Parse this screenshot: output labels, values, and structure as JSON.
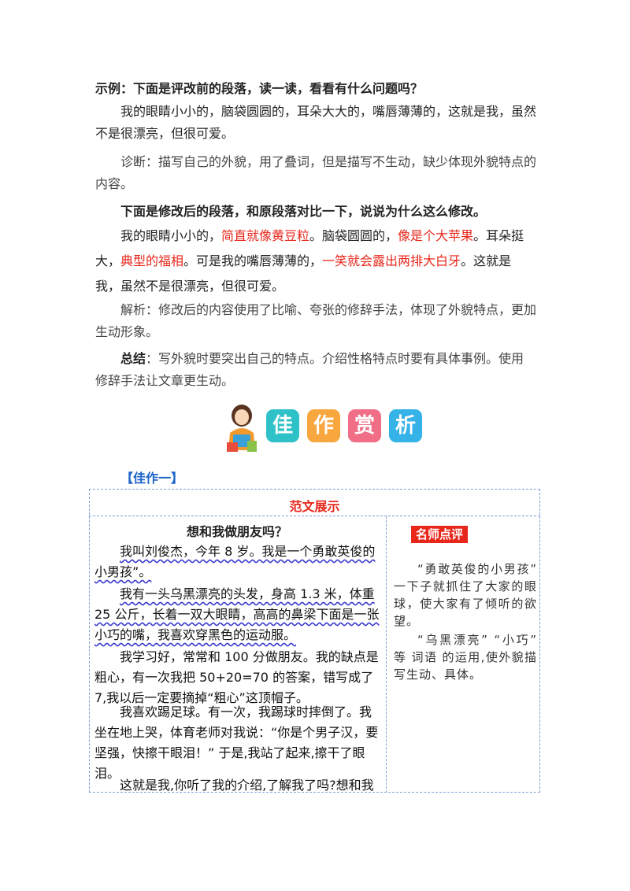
{
  "section1": {
    "example_heading": "示例：下面是评改前的段落，读一读，看看有什么问题吗？",
    "original_paragraph": "我的眼睛小小的，脑袋圆圆的，耳朵大大的，嘴唇薄薄的，这就是我，虽然不是很漂亮，但很可爱。",
    "diagnosis": "诊断：描写自己的外貌，用了叠词，但是描写不生动，缺少体现外貌特点的内容。",
    "revised_heading": "下面是修改后的段落，和原段落对比一下，说说为什么这么修改。",
    "revised": {
      "p1": "我的眼睛小小的，",
      "r1": "简直就像黄豆粒",
      "p2": "。脑袋圆圆的，",
      "r2": "像是个大苹果",
      "p3": "。耳朵挺大，",
      "r3": "典型的福相",
      "p4": "。可是我的嘴唇薄薄的，",
      "r4": "一笑就会露出两排大白牙",
      "p5": "。这就是我，虽然不是很漂亮，但很可爱。"
    },
    "analysis": "解析：修改后的内容使用了比喻、夸张的修辞手法，体现了外貌特点，更加生动形象。",
    "summary_label": "总结",
    "summary_text": "：写外貌时要突出自己的特点。介绍性格特点时要有具体事例。使用修辞手法让文章更生动。"
  },
  "banner": {
    "chars": [
      "佳",
      "作",
      "赏",
      "析"
    ],
    "colors": [
      "#2fc1c8",
      "#f7a73e",
      "#f06e86",
      "#35b2e8"
    ]
  },
  "example_tag": "【佳作一】",
  "table": {
    "header": "范文展示",
    "essay_title": "想和我做朋友吗？",
    "para1": "我叫刘俊杰，今年 8 岁。我是一个勇敢英俊的小男孩”。",
    "para2": "我有一头乌黑漂亮的头发，身高 1.3 米，体重 25 公斤，长着一双大眼睛，高高的鼻梁下面是一张小巧的嘴，我喜欢穿黑色的运动服。",
    "para3": "我学习好，常常和 100 分做朋友。我的缺点是粗心，有一次我把 50+20=70 的答案，错写成了 7,我以后一定要摘掉“粗心”这顶帽子。",
    "para4": "我喜欢踢足球。有一次，我踢球时摔倒了。我坐在地上哭，体育老师对我说：“你是个男子汉，要坚强，快擦干眼泪！” 于是,我站了起来,擦干了眼泪。",
    "para5": "这就是我,你听了我的介绍,了解我了吗?想和我",
    "teacher_label": "名师点评",
    "teacher_comment1": "“勇敢英俊的小男孩” 一下子就抓住了大家的眼球，使大家有了倾听的欲望。",
    "teacher_comment2": "“乌黑漂亮” “小巧” 等 词语 的运用,使外貌描写生动、具体。"
  }
}
